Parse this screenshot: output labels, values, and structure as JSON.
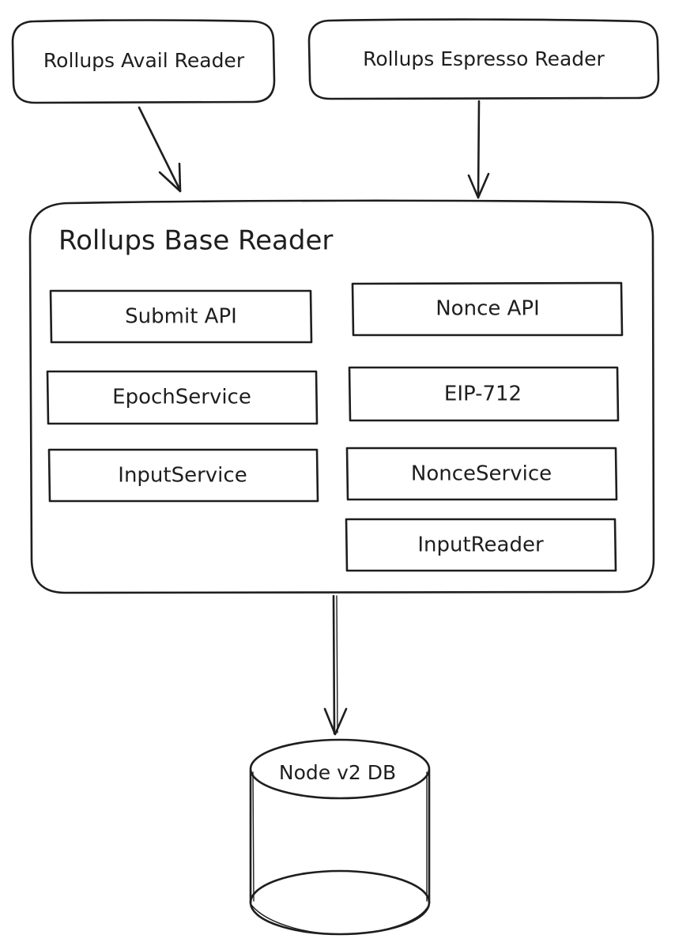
{
  "top_nodes": {
    "avail": "Rollups Avail Reader",
    "espresso": "Rollups Espresso Reader"
  },
  "base": {
    "title": "Rollups Base Reader",
    "submit_api": "Submit API",
    "nonce_api": "Nonce API",
    "epoch_service": "EpochService",
    "eip712": "EIP-712",
    "input_service": "InputService",
    "nonce_service": "NonceService",
    "input_reader": "InputReader"
  },
  "db": {
    "label": "Node v2 DB"
  }
}
